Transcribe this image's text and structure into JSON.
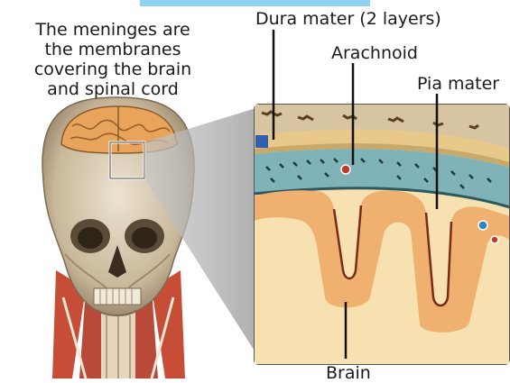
{
  "intro_text": {
    "line1": "The meninges are",
    "line2": "the membranes",
    "line3": "covering the brain",
    "line4": "and spinal cord"
  },
  "labels": {
    "dura": "Dura mater (2 layers)",
    "arachnoid": "Arachnoid",
    "pia": "Pia mater",
    "brain": "Brain"
  },
  "colors": {
    "brain_tissue": "#f0b070",
    "white_matter": "#f8e1b0",
    "arachnoid_layer": "#7fb3b8",
    "dura_layer": "#e9c98a",
    "skull": "#d9c7a8"
  }
}
